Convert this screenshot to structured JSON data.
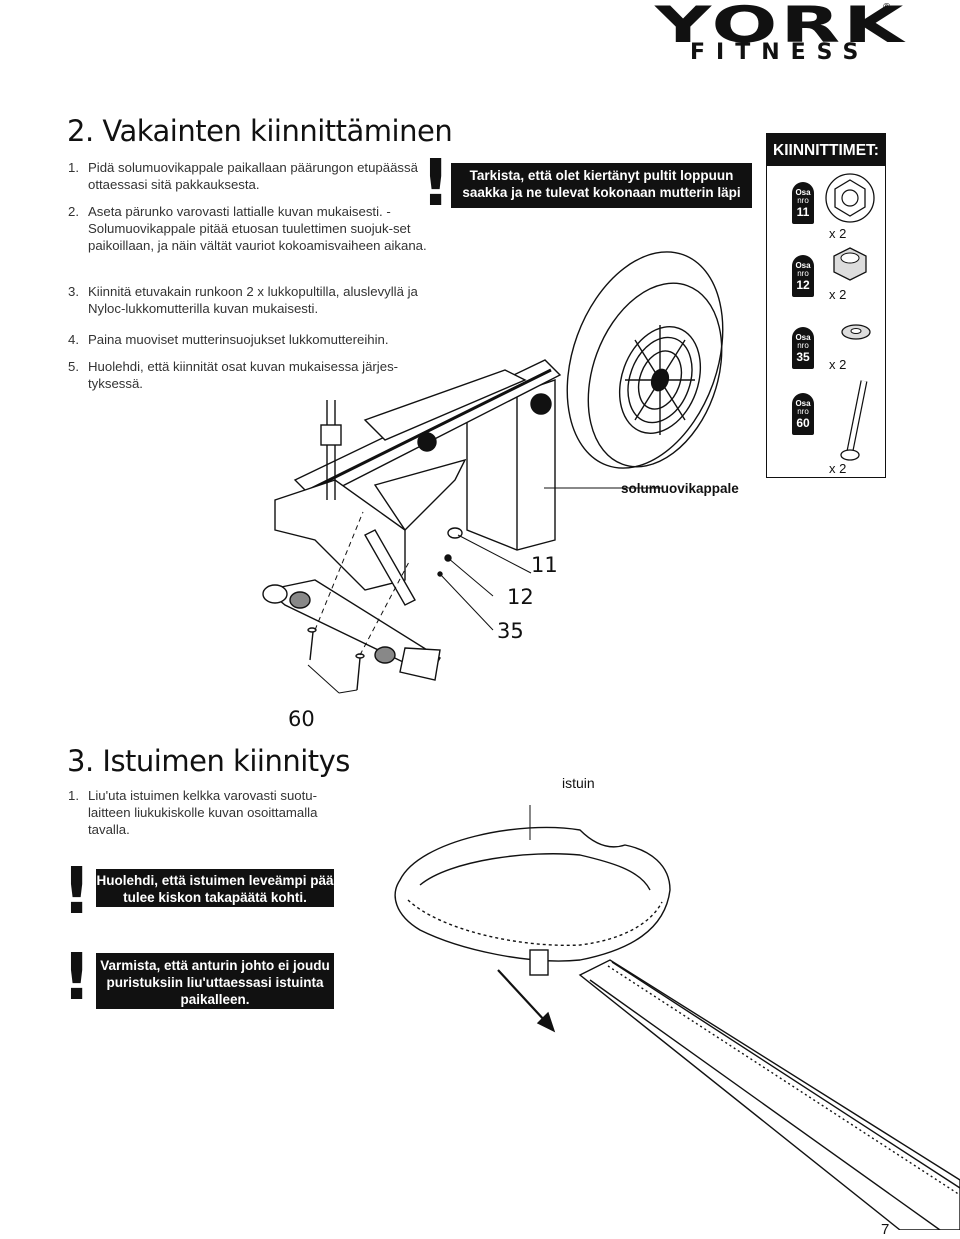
{
  "brand": {
    "line1": "YORK",
    "line2": "FITNESS",
    "reg": "®"
  },
  "section2": {
    "title": "2. Vakainten kiinnittäminen",
    "steps": [
      {
        "num": "1.",
        "text": "Pidä solumuovikappale paikallaan päärungon etupäässä ottaessasi sitä pakkauksesta."
      },
      {
        "num": "2.",
        "text": "Aseta pärunko varovasti lattialle kuvan mukaisesti. - Solumuovikappale pitää etuosan tuulettimen suojuk-set paikoillaan, ja näin vältät vauriot kokoamisvaiheen aikana."
      },
      {
        "num": "3.",
        "text": "Kiinnitä etuvakain runkoon 2 x lukkopultilla, aluslevyllä ja Nyloc-lukkomutterilla kuvan mukaisesti."
      },
      {
        "num": "4.",
        "text": "Paina muoviset mutterinsuojukset lukkomuttereihin."
      },
      {
        "num": "5.",
        "text": "Huolehdi, että kiinnität osat kuvan mukaisessa järjes-tyksessä."
      }
    ],
    "warning": "Tarkista, että olet kiertänyt pultit loppuun saakka ja ne tulevat kokonaan mutterin läpi"
  },
  "fasteners": {
    "title": "KIINNITTIMET:",
    "items": [
      {
        "part_label": "Osa",
        "nro": "nro",
        "part": "11",
        "qty": "x 2"
      },
      {
        "part_label": "Osa",
        "nro": "nro",
        "part": "12",
        "qty": "x 2"
      },
      {
        "part_label": "Osa",
        "nro": "nro",
        "part": "35",
        "qty": "x 2"
      },
      {
        "part_label": "Osa",
        "nro": "nro",
        "part": "60",
        "qty": "x 2"
      }
    ]
  },
  "diagram1": {
    "foam_label": "solumuovikappale",
    "callouts": [
      "11",
      "12",
      "35",
      "60"
    ]
  },
  "section3": {
    "title": "3. Istuimen kiinnitys",
    "step": {
      "num": "1.",
      "text": "Liu'uta istuimen kelkka varovasti suotu-laitteen liukukiskolle kuvan osoittamalla tavalla."
    },
    "warning1": "Huolehdi, että istuimen leveämpi pää tulee kiskon takapäätä kohti.",
    "warning2": "Varmista, että anturin johto ei joudu puristuksiin liu'uttaessasi istuinta paikalleen.",
    "seat_label": "istuin"
  },
  "page_number": "7",
  "warning_symbol": "!"
}
